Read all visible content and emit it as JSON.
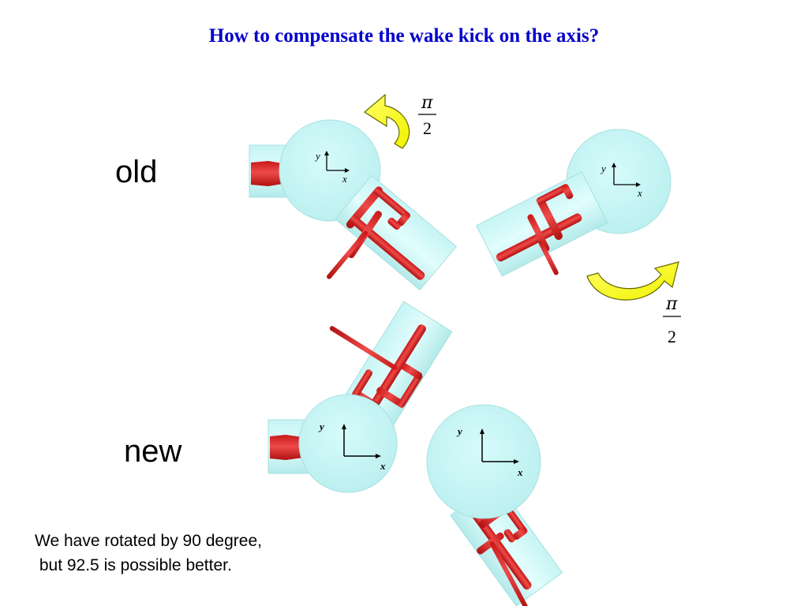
{
  "title": "How to compensate the wake kick on the axis?",
  "labels": {
    "old": "old",
    "new": "new"
  },
  "note": {
    "line1": "We have rotated by 90 degree,",
    "line2": " but 92.5 is possible better."
  },
  "rotation_symbol": {
    "numerator": "π",
    "denominator": "2"
  },
  "axes": {
    "x": "x",
    "y": "y"
  },
  "colors": {
    "title": "#0000cc",
    "cavity": "#ccf7f7",
    "cavity_edge": "#9fdede",
    "coupler": "#dd2222",
    "arrow": "#ffff00"
  }
}
